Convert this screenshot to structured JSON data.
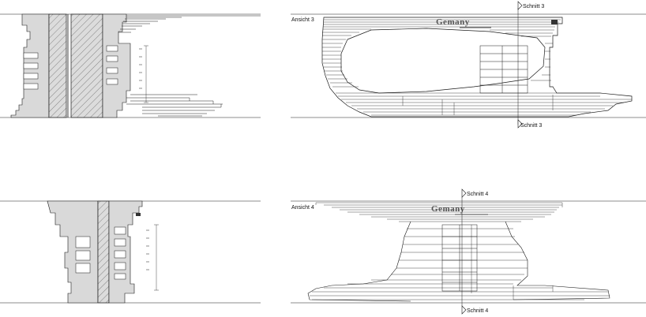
{
  "views": {
    "ansicht_3": "Ansicht 3",
    "ansicht_4": "Ansicht 4"
  },
  "section_markers": {
    "schnitt_3_top": "Schnitt 3",
    "schnitt_3_bottom": "Schnitt 3",
    "schnitt_4_top": "Schnitt 4",
    "schnitt_4_bottom": "Schnitt 4"
  },
  "logo": {
    "text_3": "Gemany",
    "text_4": "Gemany"
  },
  "colors": {
    "line": "#1a1a1a",
    "fill": "#d9d9d9",
    "background": "#ffffff"
  }
}
